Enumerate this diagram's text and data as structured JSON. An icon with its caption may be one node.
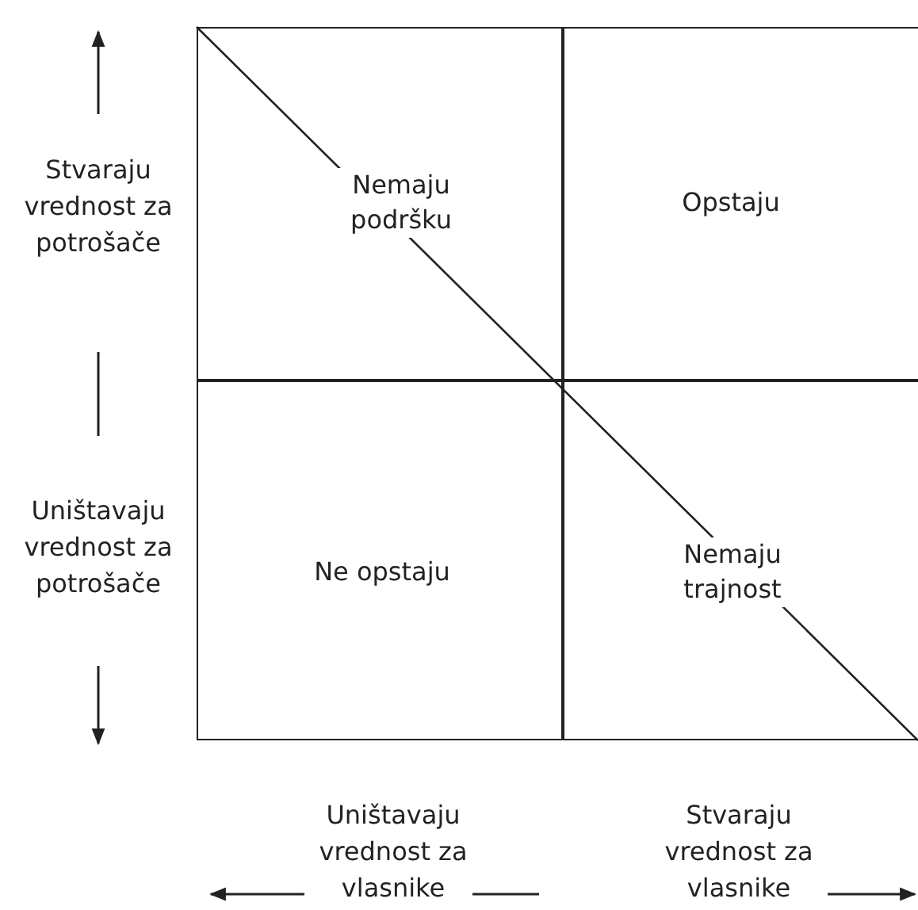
{
  "diagram": {
    "nodes": [
      {
        "text": [
          "Nemaju podršku"
        ]
      },
      {
        "text": [
          "Opstaju"
        ]
      },
      {
        "text": [
          "Ne opstaju"
        ]
      },
      {
        "text": [
          "Nemaju trajnost"
        ]
      }
    ],
    "labels": [
      "Stvaraju vrednost za potrošače",
      "Uništavaju vrednost za potrošače",
      "Uništavaju vrednost za vlasnike",
      "Stvaraju vrednost za vlasnike"
    ]
  }
}
